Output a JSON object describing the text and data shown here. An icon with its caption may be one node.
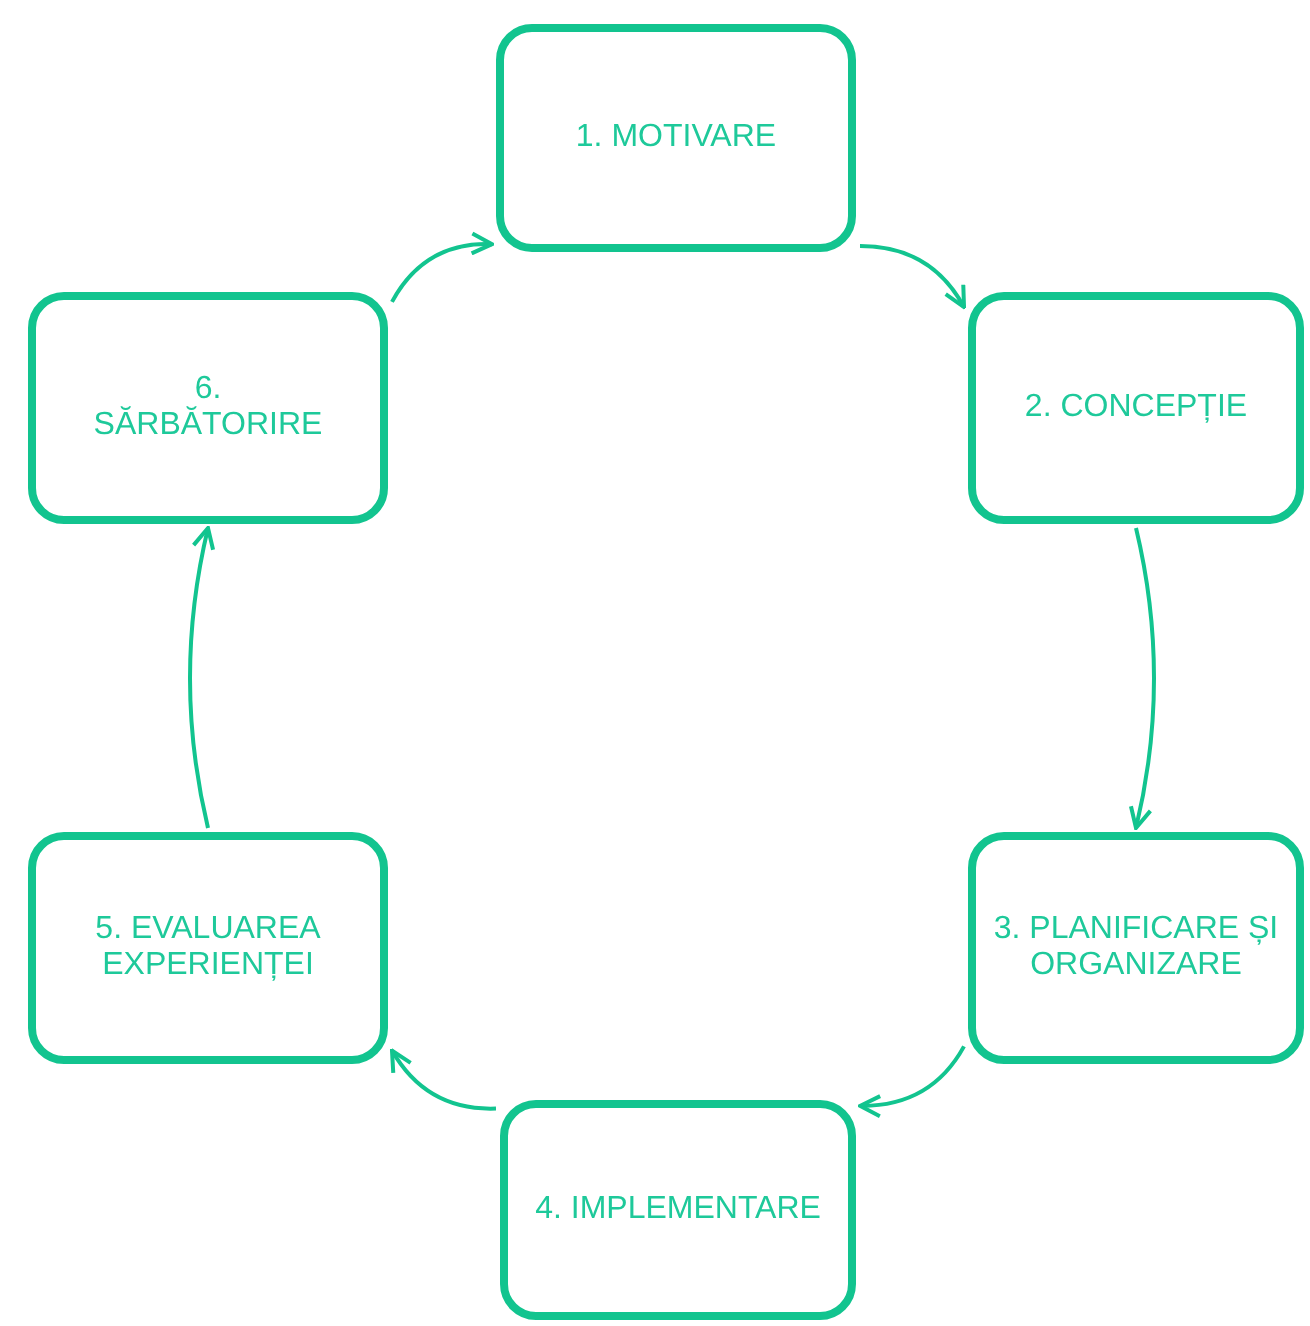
{
  "diagram": {
    "nodes": [
      {
        "text": [
          "1. MOTIVARE"
        ]
      },
      {
        "text": [
          "2. CONCEPȚIE"
        ]
      },
      {
        "text": [
          "3. PLANIFICARE ȘI ORGANIZARE"
        ]
      },
      {
        "text": [
          "4. IMPLEMENTARE"
        ]
      },
      {
        "text": [
          "5. EVALUAREA EXPERIENȚEI"
        ]
      },
      {
        "text": [
          "6. SĂRBĂTORIRE"
        ]
      }
    ],
    "edges": [
      {
        "from": 0,
        "to": 1,
        "arrow": "to"
      },
      {
        "from": 1,
        "to": 2,
        "arrow": "to"
      },
      {
        "from": 2,
        "to": 3,
        "arrow": "to"
      },
      {
        "from": 3,
        "to": 4,
        "arrow": "to"
      },
      {
        "from": 4,
        "to": 5,
        "arrow": "to"
      },
      {
        "from": 5,
        "to": 0,
        "arrow": "to"
      }
    ]
  }
}
